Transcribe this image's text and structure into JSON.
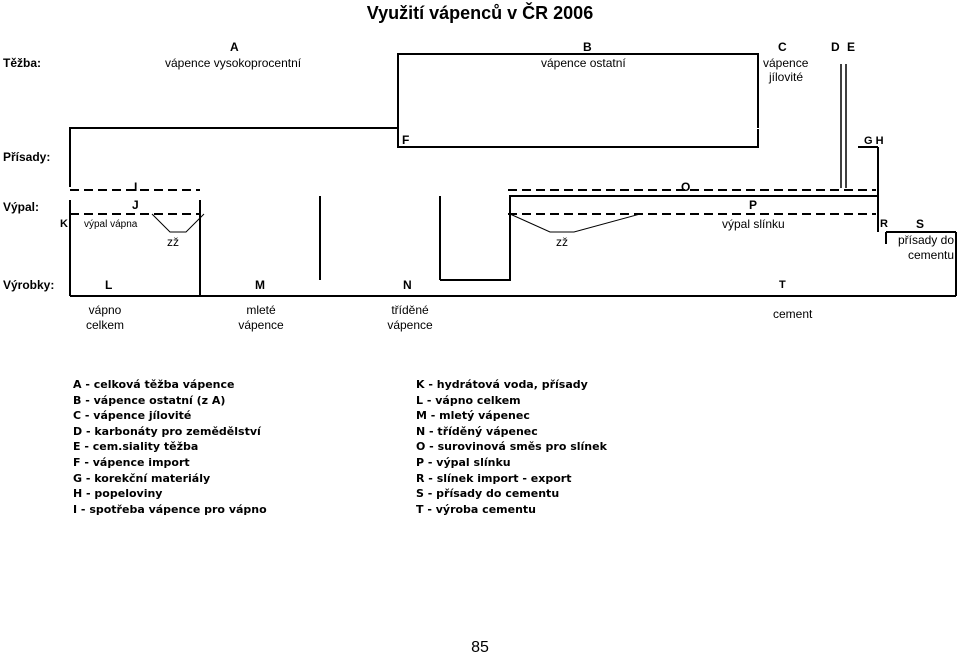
{
  "title": "Využití vápenců v ČR 2006",
  "rows": {
    "tezba": "Těžba:",
    "prisady": "Přísady:",
    "vypal": "Výpal:",
    "vyrobky": "Výrobky:"
  },
  "letters": {
    "A": "A",
    "B": "B",
    "C": "C",
    "D": "D",
    "E": "E",
    "F": "F",
    "GH": "G H",
    "I": "I",
    "J": "J",
    "K": "K",
    "O": "O",
    "P": "P",
    "R": "R",
    "S": "S",
    "L": "L",
    "M": "M",
    "N": "N",
    "T": "T"
  },
  "labels": {
    "vapence_vysoko": "vápence vysokoprocentní",
    "vapence_ostatni": "vápence ostatní",
    "vapence_jilovite_1": "vápence",
    "vapence_jilovite_2": "jílovité",
    "vypal_vapna": "výpal vápna",
    "vypal_slinku": "výpal slínku",
    "zz1": "zž",
    "zz2": "zž",
    "prisady_do_1": "přísady do",
    "prisady_do_2": "cementu",
    "vapno_1": "vápno",
    "vapno_2": "celkem",
    "mlete_1": "mleté",
    "mlete_2": "vápence",
    "tridene_1": "tříděné",
    "tridene_2": "vápence",
    "cement": "cement"
  },
  "legend_left": [
    "A - celková těžba vápence",
    "B - vápence ostatní (z A)",
    "C - vápence jílovité",
    "D - karbonáty pro zemědělství",
    "E - cem.siality těžba",
    "F - vápence import",
    "G - korekční materiály",
    "H - popeloviny",
    "I - spotřeba vápence pro vápno"
  ],
  "legend_right": [
    "K - hydrátová voda, přísady",
    "L - vápno celkem",
    "M - mletý vápenec",
    "N - tříděný vápenec",
    "O - surovinová směs pro slínek",
    "P - výpal slínku",
    "R - slínek import - export",
    "S - přísady do cementu",
    "T - výroba cementu"
  ],
  "page_number": "85"
}
